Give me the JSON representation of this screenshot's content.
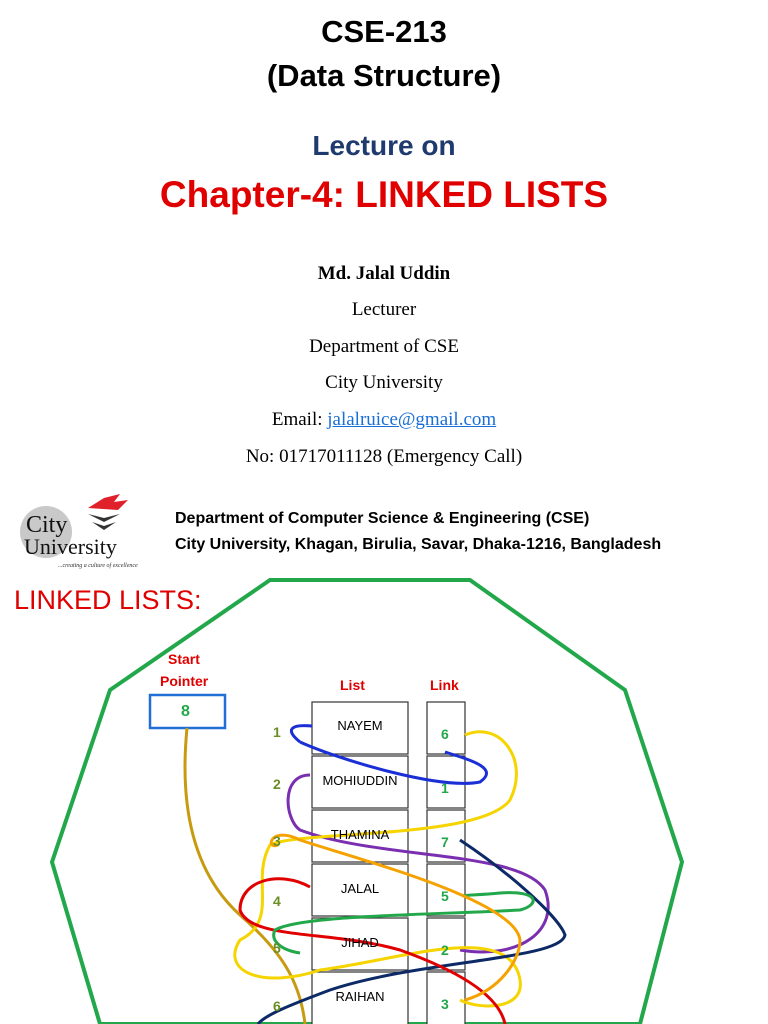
{
  "title_slide": {
    "course_code": "CSE-213",
    "course_name": "(Data Structure)",
    "lecture_on": "Lecture on",
    "chapter": "Chapter-4: LINKED LISTS",
    "lecturer_name": "Md. Jalal Uddin",
    "designation": "Lecturer",
    "department": "Department of CSE",
    "university": "City University",
    "email_label": "Email: ",
    "email": "jalalruice@gmail.com",
    "phone": "No: 01717011128 (Emergency Call)"
  },
  "footer": {
    "logo_word_1": "City",
    "logo_word_2": "University",
    "logo_tagline": "...creating a culture of excellence",
    "dept_line_1": "Department of Computer Science & Engineering (CSE)",
    "dept_line_2": "City University, Khagan, Birulia, Savar, Dhaka-1216, Bangladesh"
  },
  "linked_lists": {
    "heading": "LINKED LISTS:",
    "start_label_1": "Start",
    "start_label_2": "Pointer",
    "start_value": "8",
    "list_header": "List",
    "link_header": "Link",
    "rows": [
      {
        "index": "1",
        "name": "NAYEM",
        "link": "6"
      },
      {
        "index": "2",
        "name": "MOHIUDDIN",
        "link": "1"
      },
      {
        "index": "3",
        "name": "THAMINA",
        "link": "7"
      },
      {
        "index": "4",
        "name": "JALAL",
        "link": "5"
      },
      {
        "index": "5",
        "name": "JIHAD",
        "link": "2"
      },
      {
        "index": "6",
        "name": "RAIHAN",
        "link": "3"
      }
    ],
    "colors": {
      "octagon": "#22a84a",
      "start_box": "#1f6fd6",
      "label_red": "#e00000",
      "link_green": "#22a84a"
    }
  }
}
